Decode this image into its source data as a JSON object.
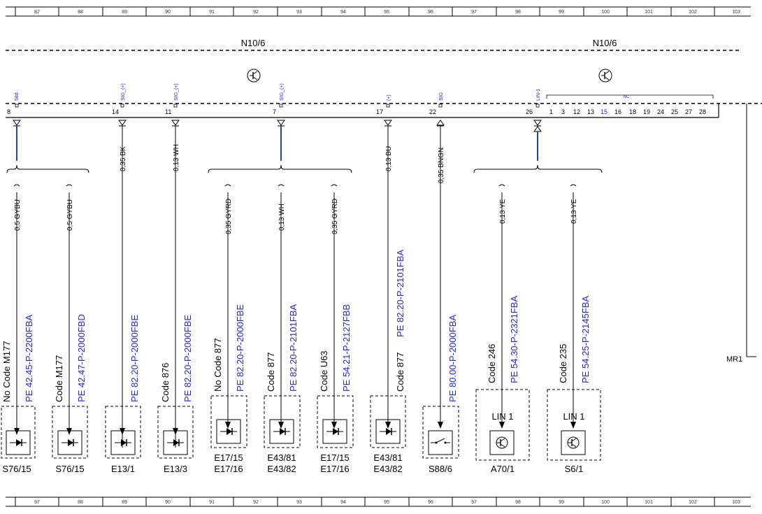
{
  "grid": {
    "columns": [
      "87",
      "88",
      "89",
      "90",
      "91",
      "92",
      "93",
      "94",
      "95",
      "96",
      "97",
      "98",
      "99",
      "100",
      "101",
      "102",
      "103"
    ]
  },
  "header": {
    "left_title": "N10/6",
    "right_title": "N10/6"
  },
  "ground_label": "MR1",
  "pins": [
    {
      "num": "8",
      "sig": "58d"
    },
    {
      "num": "14",
      "sig": "SIG_(+)"
    },
    {
      "num": "11",
      "sig": "SIG_(+)"
    },
    {
      "num": "7",
      "sig": "SIG_(+)"
    },
    {
      "num": "17",
      "sig": "(+)"
    },
    {
      "num": "22",
      "sig": "SIG"
    },
    {
      "num": "26",
      "sig": "LIN-1"
    }
  ],
  "nc_label": "NC",
  "nc_pins": [
    "1",
    "3",
    "12",
    "13",
    "15",
    "16",
    "18",
    "19",
    "24",
    "25",
    "27",
    "28"
  ],
  "trunk_wires": [
    "0,35 BK",
    "0,13 WH",
    "0,13 BU",
    "0,35 BNGN"
  ],
  "branch_wires": [
    "0,5 GYBU",
    "0,5 GYBU",
    "0,35 GYRD",
    "0,13 WH",
    "0,35 GYRD",
    "0,13 YE",
    "0,13 YE"
  ],
  "pe_refs": [
    "PE 42.45-P-2200FBA",
    "PE 42.47-P-2000FBD",
    "PE 82.20-P-2000FBE",
    "PE 82.20-P-2000FBE",
    "PE 82.20-P-2000FBE",
    "PE 82.20-P-2101FBA",
    "PE 54.21-P-2127FBB",
    "PE 82.20-P-2101FBA",
    "PE 80.00-P-2000FBA",
    "PE 54.30-P-2321FBA",
    "PE 54.25-P-2145FBA"
  ],
  "codes": [
    "No Code M177",
    "Code M177",
    "Code 876",
    "No Code 877",
    "Code 877",
    "Code U63",
    "Code 877",
    "Code 246",
    "Code 235"
  ],
  "lin_label": "LIN 1",
  "components": [
    {
      "line1": "S76/15",
      "line2": ""
    },
    {
      "line1": "S76/15",
      "line2": ""
    },
    {
      "line1": "E13/1",
      "line2": ""
    },
    {
      "line1": "E13/3",
      "line2": ""
    },
    {
      "line1": "E17/15",
      "line2": "E17/16"
    },
    {
      "line1": "E43/81",
      "line2": "E43/82"
    },
    {
      "line1": "E17/15",
      "line2": "E17/16"
    },
    {
      "line1": "E43/81",
      "line2": "E43/82"
    },
    {
      "line1": "S88/6",
      "line2": ""
    },
    {
      "line1": "A70/1",
      "line2": ""
    },
    {
      "line1": "S6/1",
      "line2": ""
    }
  ],
  "icons": {
    "transistor": "transistor-icon",
    "led": "led-icon",
    "switch": "switch-icon"
  },
  "colors": {
    "wire": "#000000",
    "wire_blue": "#1f44b8",
    "text_blue": "#2222ee",
    "signal_blue": "#1a1aff"
  }
}
